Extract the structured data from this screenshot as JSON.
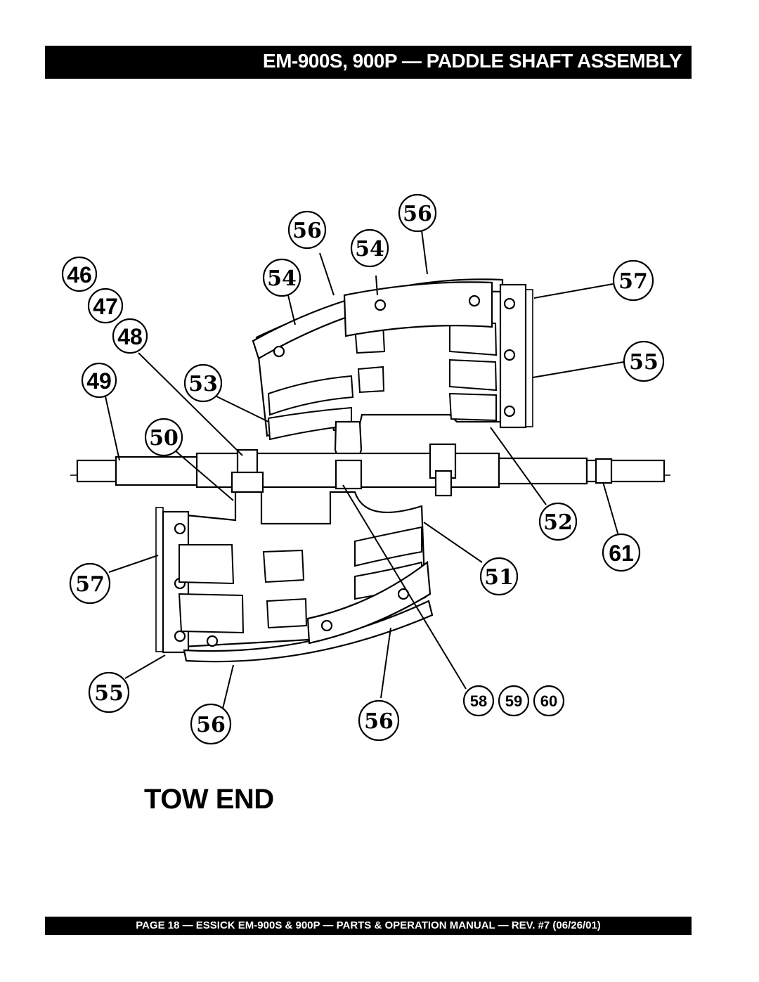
{
  "header": {
    "title": "EM-900S, 900P — PADDLE SHAFT ASSEMBLY"
  },
  "diagram": {
    "label": "TOW END",
    "callouts": {
      "c46": "46",
      "c47": "47",
      "c48": "48",
      "c49": "49",
      "c50": "50",
      "c51": "51",
      "c52": "52",
      "c53": "53",
      "c54a": "54",
      "c54b": "54",
      "c55a": "55",
      "c55b": "55",
      "c56a": "56",
      "c56b": "56",
      "c56c": "56",
      "c56d": "56",
      "c57a": "57",
      "c57b": "57",
      "c58": "58",
      "c59": "59",
      "c60": "60",
      "c61": "61"
    }
  },
  "footer": {
    "text": "PAGE 18 — ESSICK EM-900S & 900P — PARTS & OPERATION MANUAL — REV. #7 (06/26/01)"
  }
}
